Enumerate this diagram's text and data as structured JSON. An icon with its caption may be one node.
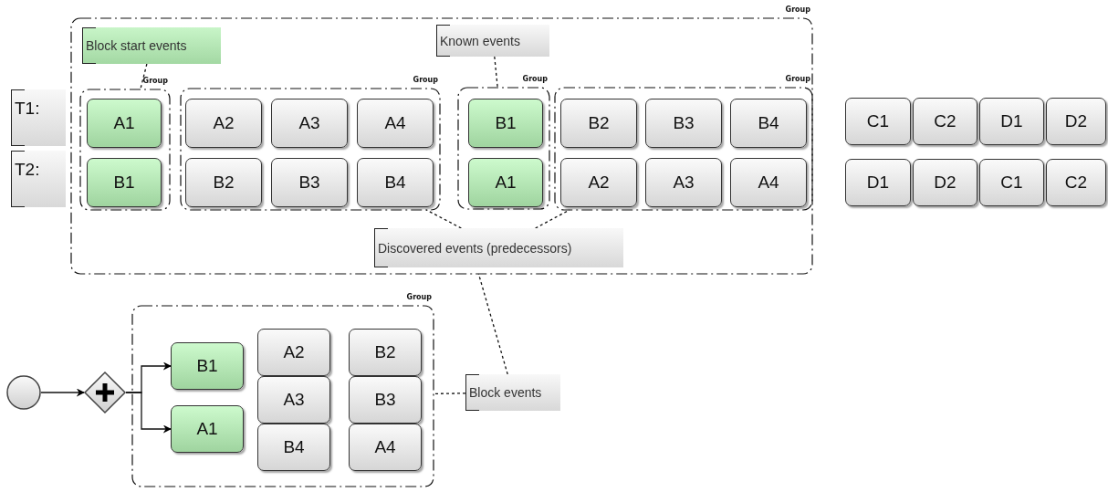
{
  "diagram": {
    "nodes": [
      {
        "text": [
          "Group"
        ]
      },
      {
        "text": [
          "Block start events"
        ],
        "in": 0
      },
      {
        "text": [
          "Known events"
        ],
        "in": 0
      },
      {
        "text": [
          "Group"
        ],
        "in": 0
      },
      {
        "text": [
          "A1"
        ],
        "in": 3
      },
      {
        "text": [
          "B1"
        ],
        "in": 3
      },
      {
        "text": [
          "Group"
        ],
        "in": 0
      },
      {
        "text": [
          "A2"
        ],
        "in": 6
      },
      {
        "text": [
          "A3"
        ],
        "in": 6
      },
      {
        "text": [
          "A4"
        ],
        "in": 6
      },
      {
        "text": [
          "B2"
        ],
        "in": 6
      },
      {
        "text": [
          "B3"
        ],
        "in": 6
      },
      {
        "text": [
          "B4"
        ],
        "in": 6
      },
      {
        "text": [
          "Group"
        ],
        "in": 0
      },
      {
        "text": [
          "B1"
        ],
        "in": 13
      },
      {
        "text": [
          "A1"
        ],
        "in": 13
      },
      {
        "text": [
          "Group"
        ],
        "in": 0
      },
      {
        "text": [
          "B2"
        ],
        "in": 16
      },
      {
        "text": [
          "B3"
        ],
        "in": 16
      },
      {
        "text": [
          "B4"
        ],
        "in": 16
      },
      {
        "text": [
          "A2"
        ],
        "in": 16
      },
      {
        "text": [
          "A3"
        ],
        "in": 16
      },
      {
        "text": [
          "A4"
        ],
        "in": 16
      },
      {
        "text": [
          "Discovered events (predecessors)"
        ],
        "in": 0
      },
      {
        "text": [
          "T1:"
        ]
      },
      {
        "text": [
          "T2:"
        ]
      },
      {
        "text": [
          "C1"
        ]
      },
      {
        "text": [
          "C2"
        ]
      },
      {
        "text": [
          "D1"
        ]
      },
      {
        "text": [
          "D2"
        ]
      },
      {
        "text": [
          "D1"
        ]
      },
      {
        "text": [
          "D2"
        ]
      },
      {
        "text": [
          "C1"
        ]
      },
      {
        "text": [
          "C2"
        ]
      },
      {
        "text": [],
        "shape": "circle"
      },
      {
        "text": [],
        "shape": "diamond"
      },
      {
        "text": [
          "Group"
        ]
      },
      {
        "text": [
          "B1"
        ],
        "in": 36
      },
      {
        "text": [
          "A1"
        ],
        "in": 36
      },
      {
        "text": [
          "A2"
        ],
        "in": 36
      },
      {
        "text": [
          "A3"
        ],
        "in": 36
      },
      {
        "text": [
          "B4"
        ],
        "in": 36
      },
      {
        "text": [
          "B2"
        ],
        "in": 36
      },
      {
        "text": [
          "B3"
        ],
        "in": 36
      },
      {
        "text": [
          "A4"
        ],
        "in": 36
      },
      {
        "text": [
          "Block events"
        ]
      }
    ],
    "edges": [
      {
        "from": 1,
        "to": 3,
        "arrow": "none",
        "style": "dashed"
      },
      {
        "from": 2,
        "to": 13,
        "arrow": "none",
        "style": "dashed"
      },
      {
        "from": 23,
        "to": 6,
        "arrow": "none",
        "style": "dashed"
      },
      {
        "from": 23,
        "to": 16,
        "arrow": "none",
        "style": "dashed"
      },
      {
        "from": 45,
        "to": 0,
        "arrow": "none",
        "style": "dashed"
      },
      {
        "from": 45,
        "to": 36,
        "arrow": "none",
        "style": "dashed"
      },
      {
        "from": 34,
        "to": 35,
        "arrow": "to"
      },
      {
        "from": 35,
        "to": 37,
        "arrow": "to"
      },
      {
        "from": 35,
        "to": 38,
        "arrow": "to"
      }
    ]
  }
}
